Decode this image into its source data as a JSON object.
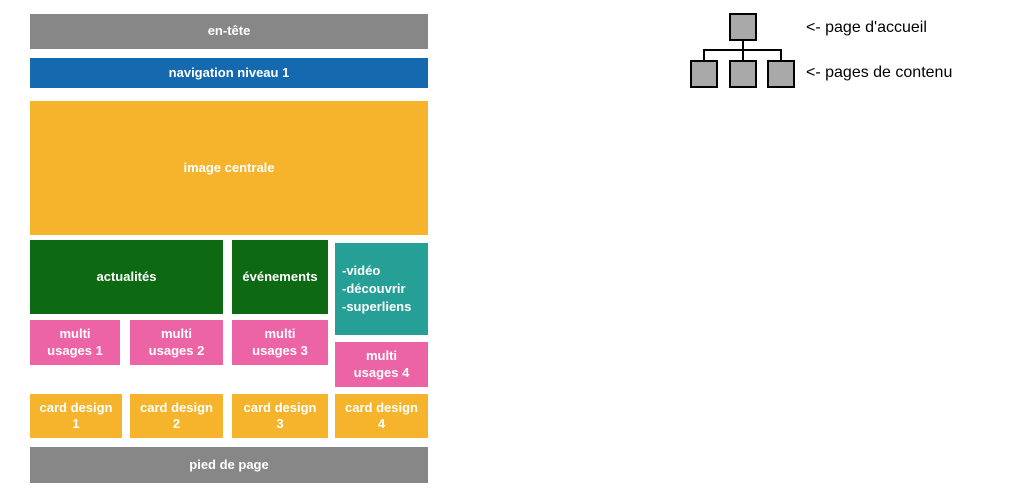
{
  "colors": {
    "gray": "#878787",
    "blue": "#1569AF",
    "amber": "#F5B42C",
    "green": "#0E6A12",
    "teal": "#26A096",
    "pink": "#EC64A5",
    "node_fill": "#A9A9A9",
    "node_stroke": "#000000"
  },
  "wireframe": {
    "header": "en-tête",
    "nav1": "navigation niveau 1",
    "hero": "image centrale",
    "news": "actualités",
    "events": "événements",
    "links_line1": "-vidéo",
    "links_line2": "-découvrir",
    "links_line3": "-superliens",
    "multi1": "multi usages 1",
    "multi2": "multi usages 2",
    "multi3": "multi usages 3",
    "multi4": "multi usages 4",
    "card1": "card design 1",
    "card2": "card design 2",
    "card3": "card design 3",
    "card4": "card design 4",
    "footer": "pied de page"
  },
  "sitemap": {
    "home_label": "<- page d'accueil",
    "content_label": "<- pages de contenu"
  }
}
